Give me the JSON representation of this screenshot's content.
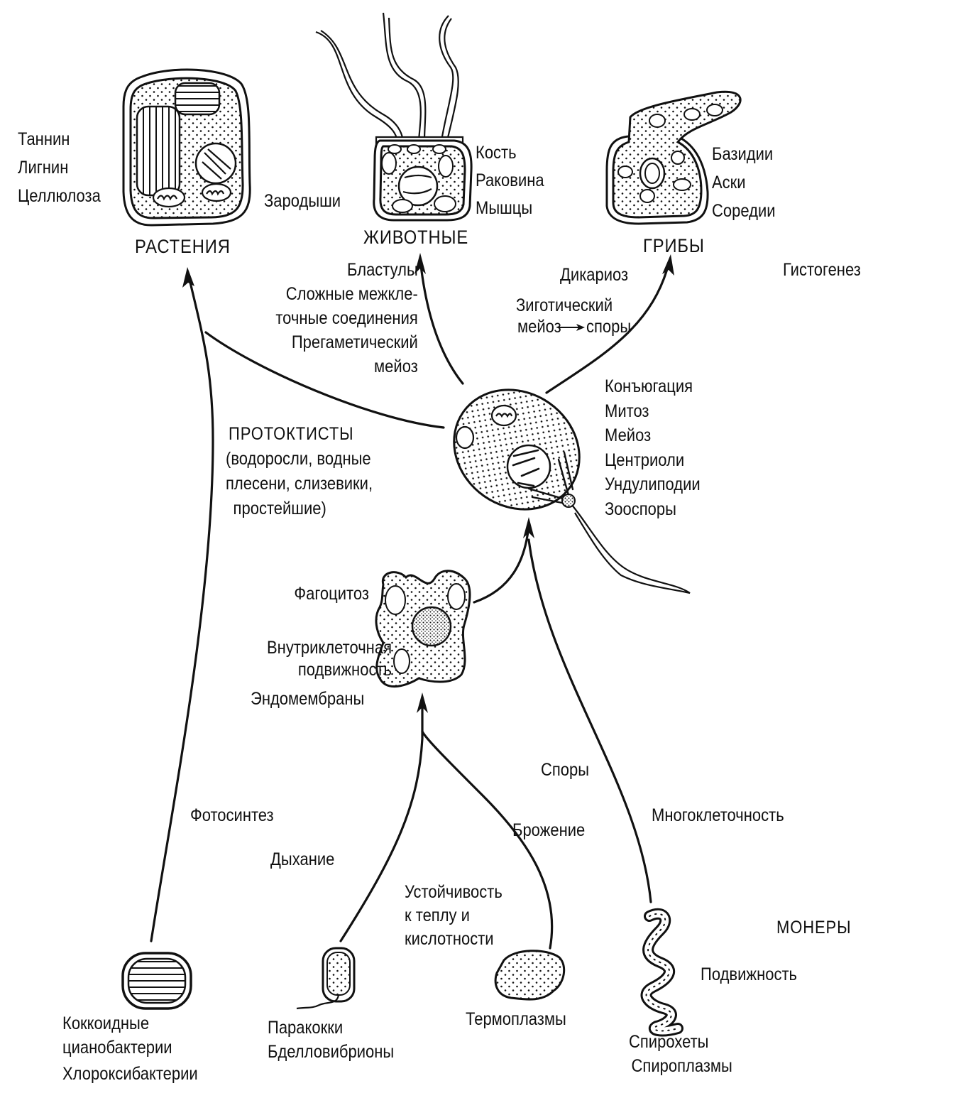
{
  "kingdoms": {
    "plants": {
      "title": "РАСТЕНИЯ",
      "traits": [
        "Таннин",
        "Лигнин",
        "Целлюлоза"
      ]
    },
    "animals": {
      "title": "ЖИВОТНЫЕ",
      "traits_left": [
        "Зародыши"
      ],
      "traits_right": [
        "Кость",
        "Раковина",
        "Мышцы"
      ]
    },
    "fungi": {
      "title": "ГРИБЫ",
      "traits": [
        "Базидии",
        "Аски",
        "Соредии"
      ]
    },
    "protoctists": {
      "title": "ПРОТОКТИСТЫ",
      "description": [
        "(водоросли, водные",
        "плесени, слизевики,",
        "простейшие)"
      ],
      "traits": [
        "Конъюгация",
        "Митоз",
        "Мейоз",
        "Центриоли",
        "Ундулиподии",
        "Зооспоры"
      ]
    },
    "monera": {
      "title": "МОНЕРЫ"
    }
  },
  "branch_labels": {
    "histogenesis": "Гистогенез",
    "to_animals": [
      "Бластулы",
      "Сложные межкле-",
      "точные соединения",
      "Прегаметический",
      "мейоз"
    ],
    "to_fungi": [
      "Дикариоз",
      "Зиготический",
      "мейоз",
      "споры"
    ],
    "amoeboid": [
      "Фагоцитоз",
      "Внутриклеточная",
      "подвижность",
      "Эндомембраны"
    ],
    "photosynthesis": "Фотосинтез",
    "respiration": "Дыхание",
    "fermentation": "Брожение",
    "spores": "Споры",
    "multicellularity": "Многоклеточность",
    "resistance": [
      "Устойчивость",
      "к теплу и",
      "кислотности"
    ],
    "motility": "Подвижность"
  },
  "organisms": {
    "cyanobacteria": [
      "Коккоидные",
      "цианобактерии",
      "Хлороксибактерии"
    ],
    "paracocci": [
      "Паракокки",
      "Бделловибрионы"
    ],
    "thermoplasma": [
      "Термоплазмы"
    ],
    "spirochetes": [
      "Спирохеты",
      "Спироплазмы"
    ]
  }
}
